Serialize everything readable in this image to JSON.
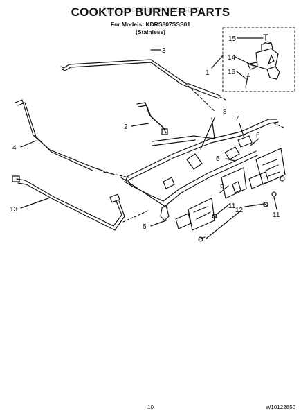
{
  "header": {
    "watermark": "AppliancePartsPros.com",
    "title": "COOKTOP BURNER PARTS",
    "models_line": "For Models: KDRS807SSS01",
    "finish": "(Stainless)"
  },
  "callouts": [
    {
      "id": "c15",
      "label": "15"
    },
    {
      "id": "c14",
      "label": "14"
    },
    {
      "id": "c16",
      "label": "16"
    },
    {
      "id": "c1",
      "label": "1"
    },
    {
      "id": "c3",
      "label": "3"
    },
    {
      "id": "c2",
      "label": "2"
    },
    {
      "id": "c8",
      "label": "8"
    },
    {
      "id": "c7",
      "label": "7"
    },
    {
      "id": "c6",
      "label": "6"
    },
    {
      "id": "c4",
      "label": "4"
    },
    {
      "id": "c5a",
      "label": "5"
    },
    {
      "id": "c9",
      "label": "9"
    },
    {
      "id": "c11a",
      "label": "11"
    },
    {
      "id": "c12",
      "label": "12"
    },
    {
      "id": "c11b",
      "label": "11"
    },
    {
      "id": "c13",
      "label": "13"
    },
    {
      "id": "c5b",
      "label": "5"
    }
  ],
  "footer": {
    "page_number": "10",
    "doc_code": "W10122850"
  }
}
